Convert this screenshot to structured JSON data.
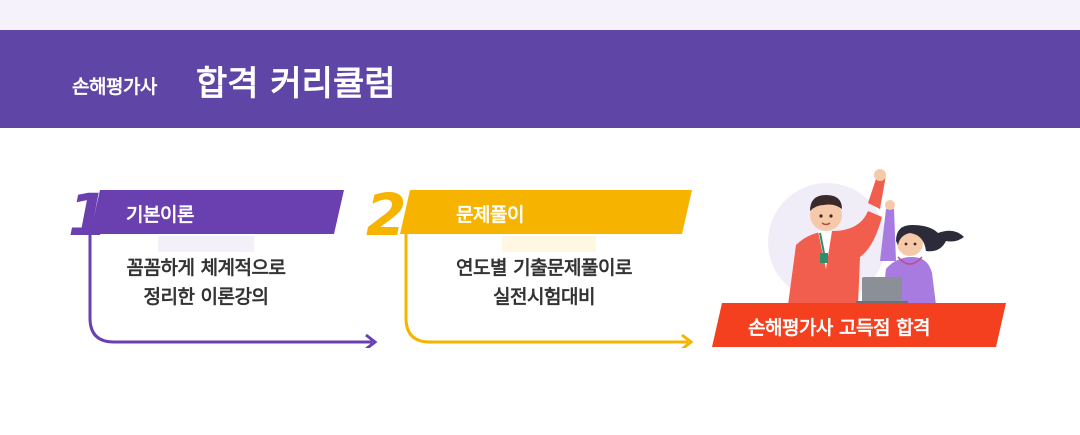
{
  "header": {
    "subtitle": "손해평가사",
    "title": "합격 커리큘럼"
  },
  "steps": [
    {
      "number": "1",
      "label": "기본이론",
      "desc_line1": "꼼꼼하게 체계적으로",
      "desc_line2": "정리한 이론강의",
      "color": "#6a3fb0"
    },
    {
      "number": "2",
      "label": "문제풀이",
      "desc_line1": "연도별 기출문제풀이로",
      "desc_line2": "실전시험대비",
      "color": "#f6b400"
    }
  ],
  "result": {
    "label": "손해평가사 고득점 합격",
    "color": "#f4401e"
  }
}
